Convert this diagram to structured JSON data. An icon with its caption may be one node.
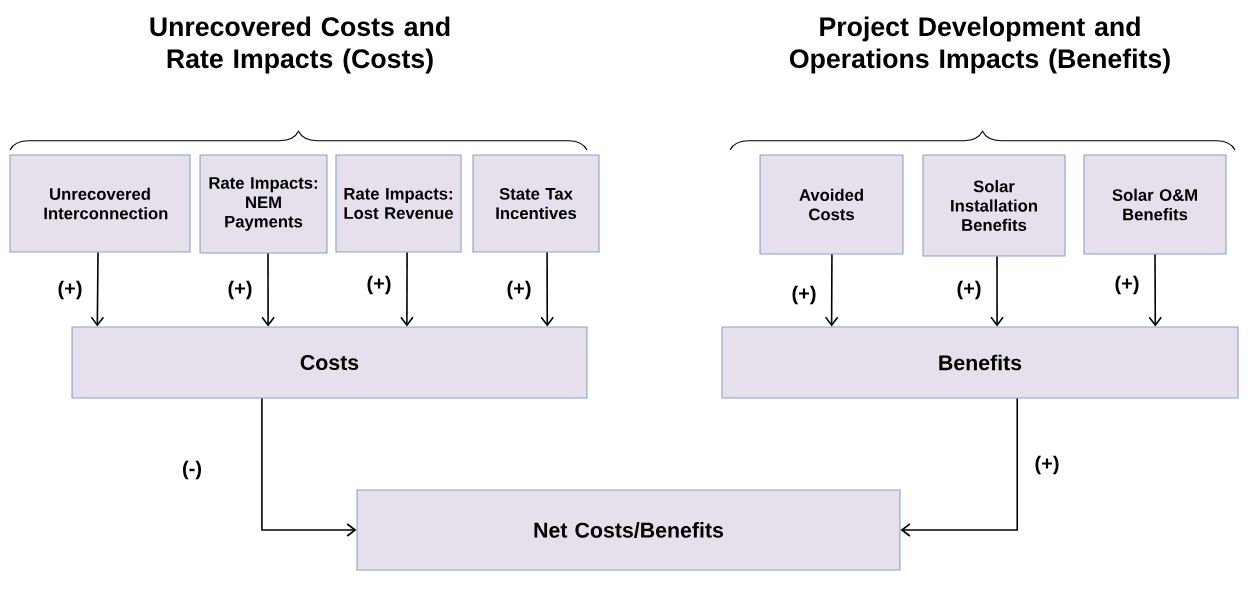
{
  "diagram": {
    "nodes": [
      {
        "text": [
          "Unrecovered Interconnection"
        ]
      },
      {
        "text": [
          "Rate Impacts: NEM Payments"
        ]
      },
      {
        "text": [
          "Rate Impacts: Lost Revenue"
        ]
      },
      {
        "text": [
          "State Tax Incentives"
        ]
      },
      {
        "text": [
          "Avoided Costs"
        ]
      },
      {
        "text": [
          "Solar Installation Benefits"
        ]
      },
      {
        "text": [
          "Solar O&M Benefits"
        ]
      },
      {
        "text": [
          "Costs"
        ]
      },
      {
        "text": [
          "Benefits"
        ]
      },
      {
        "text": [
          "Net Costs/Benefits"
        ]
      }
    ],
    "edges": [
      {
        "from": 0,
        "to": 7,
        "arrow": "to",
        "label": "(+)"
      },
      {
        "from": 1,
        "to": 7,
        "arrow": "to",
        "label": "(+)"
      },
      {
        "from": 2,
        "to": 7,
        "arrow": "to",
        "label": "(+)"
      },
      {
        "from": 3,
        "to": 7,
        "arrow": "to",
        "label": "(+)"
      },
      {
        "from": 4,
        "to": 8,
        "arrow": "to",
        "label": "(+)"
      },
      {
        "from": 5,
        "to": 8,
        "arrow": "to",
        "label": "(+)"
      },
      {
        "from": 6,
        "to": 8,
        "arrow": "to",
        "label": "(+)"
      },
      {
        "from": 7,
        "to": 9,
        "arrow": "to",
        "label": "(-)"
      },
      {
        "from": 8,
        "to": 9,
        "arrow": "to",
        "label": "(+)"
      }
    ],
    "labels": [
      "Unrecovered Costs and Rate Impacts (Costs)",
      "Project Development and Operations Impacts (Benefits)"
    ]
  }
}
